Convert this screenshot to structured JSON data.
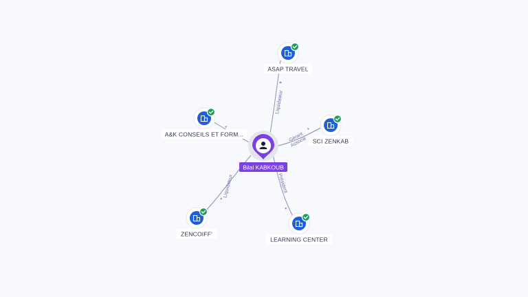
{
  "person": {
    "name": "Bilal KABKOUB",
    "icon": "person-icon",
    "color": "#7b3fe4"
  },
  "companies": [
    {
      "id": "asap-travel",
      "name": "ASAP TRAVEL",
      "role": "Liquidateur",
      "verified": true
    },
    {
      "id": "ak-conseils",
      "name": "A&K CONSEILS ET FORM...",
      "role": "",
      "verified": true
    },
    {
      "id": "sci-zenkab",
      "name": "SCI ZENKAB",
      "role": "Gérant Associé",
      "verified": true
    },
    {
      "id": "zencoiff",
      "name": "ZENCOIFF'",
      "role": "Liquidateur",
      "verified": true
    },
    {
      "id": "learning-center",
      "name": "LEARNING CENTER",
      "role": "Président",
      "verified": true
    }
  ],
  "colors": {
    "company_icon": "#1f5fd6",
    "verified_badge": "#1e9e5e",
    "edge": "#8d8fb6"
  },
  "icons": {
    "company": "building-icon",
    "verified": "check-badge-icon"
  }
}
